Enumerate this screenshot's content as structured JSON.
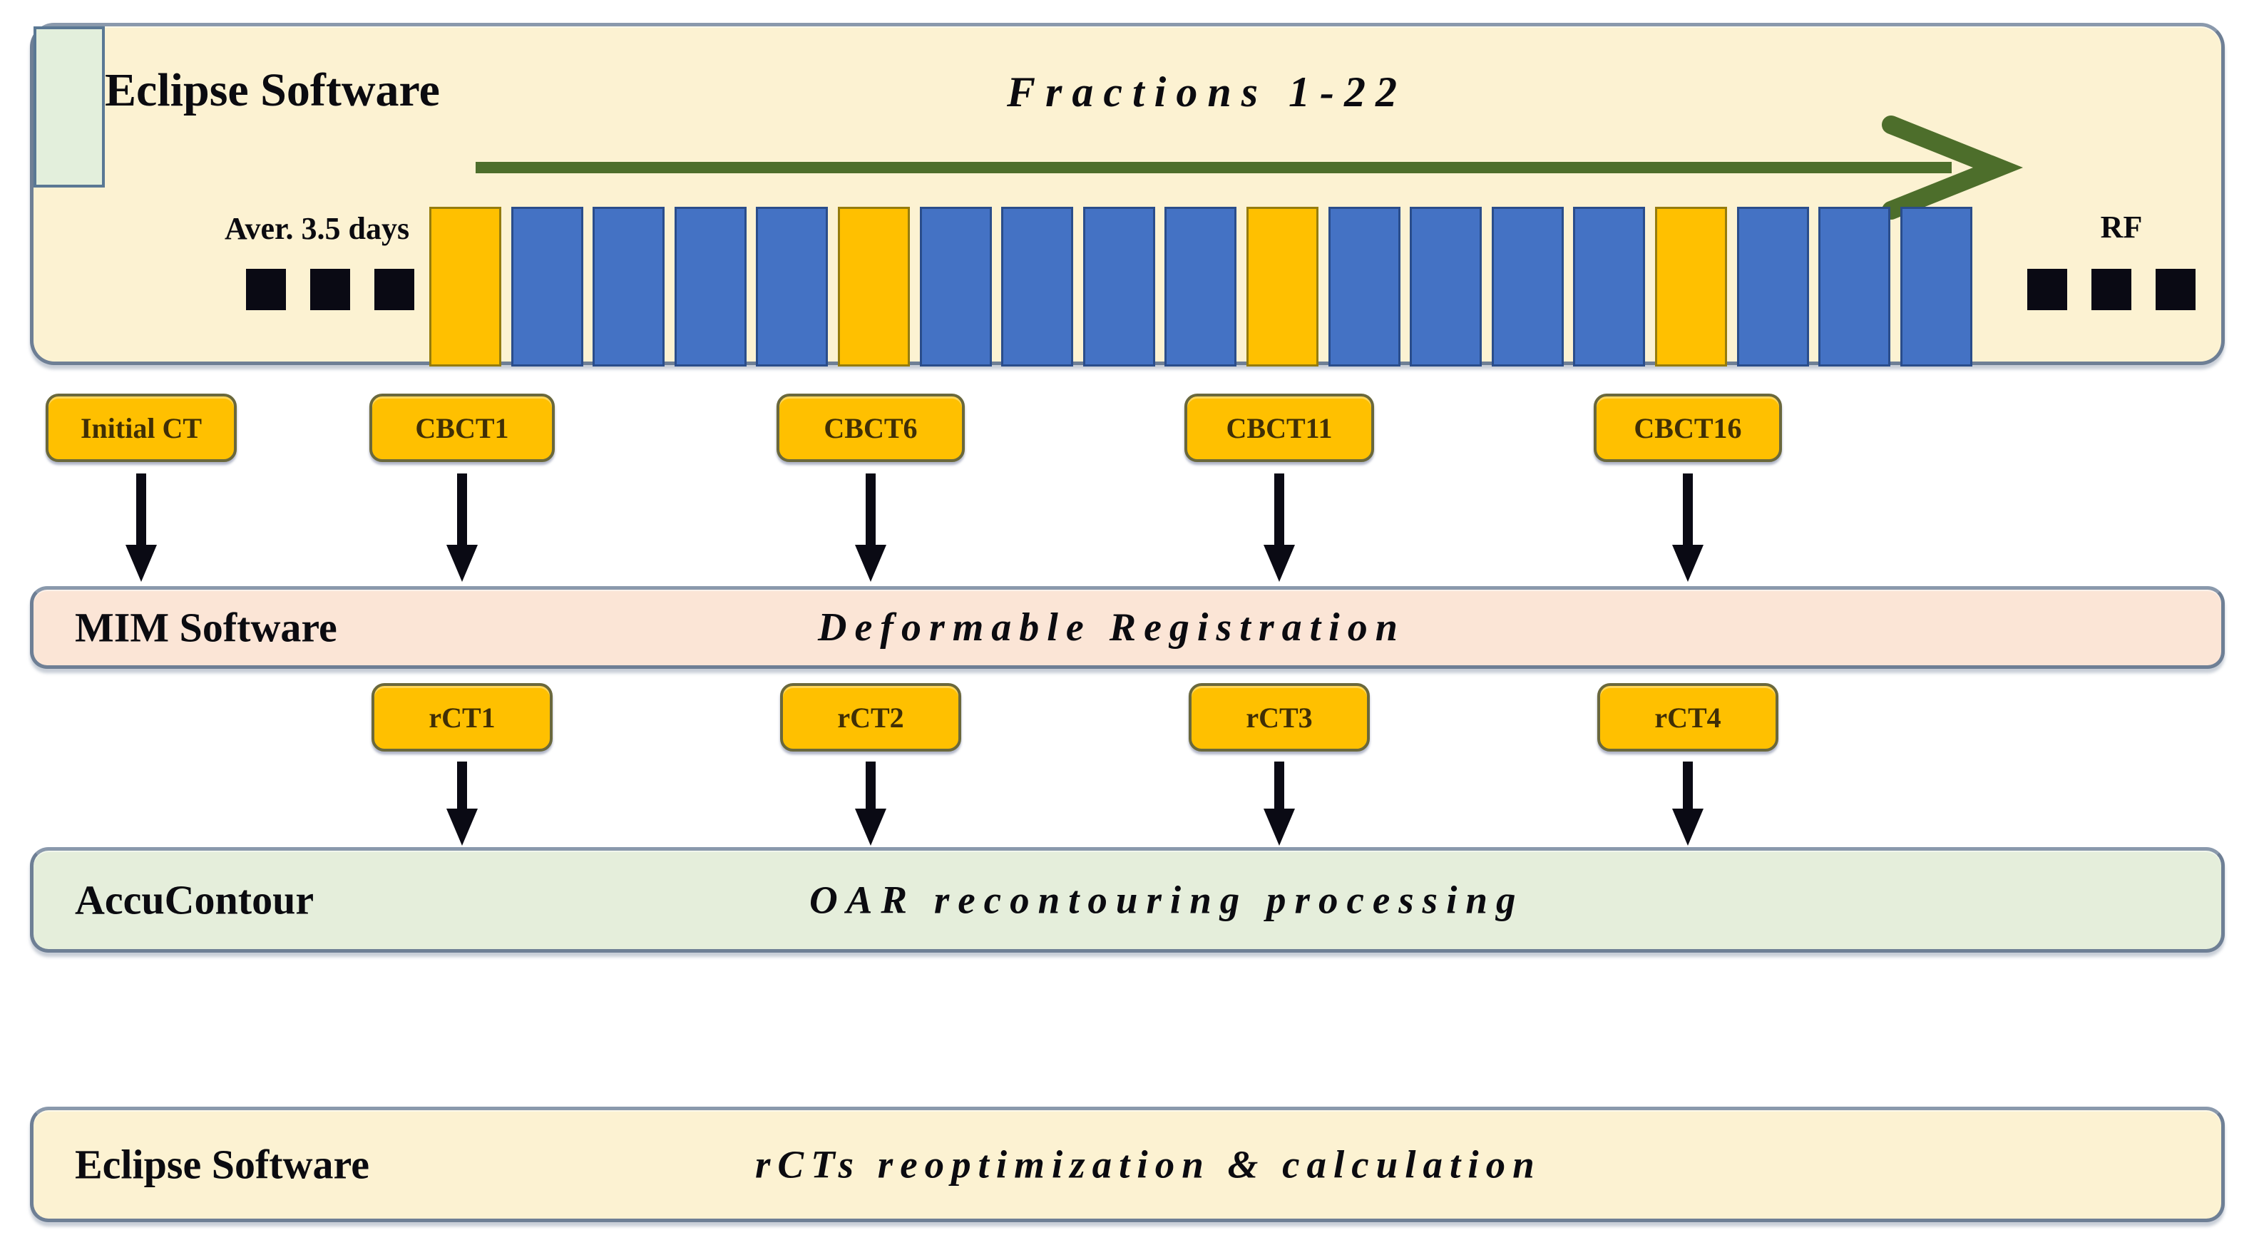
{
  "top_panel": {
    "title": "Eclipse Software",
    "fractions_label": "Fractions 1-22",
    "aver_label": "Aver. 3.5 days",
    "rf_label": "RF",
    "bar_types": [
      "cbct",
      "tx",
      "tx",
      "tx",
      "tx",
      "cbct",
      "tx",
      "tx",
      "tx",
      "tx",
      "cbct",
      "tx",
      "tx",
      "tx",
      "tx",
      "cbct",
      "tx",
      "tx",
      "tx"
    ]
  },
  "timeline_tags": [
    "Initial CT",
    "CBCT1",
    "CBCT6",
    "CBCT11",
    "CBCT16"
  ],
  "mim_panel": {
    "title": "MIM Software",
    "subtitle": "Deformable Registration"
  },
  "rct_tags": [
    "rCT1",
    "rCT2",
    "rCT3",
    "rCT4"
  ],
  "accu_panel": {
    "title": "AccuContour",
    "subtitle": "OAR recontouring processing"
  },
  "bottom_panel": {
    "title": "Eclipse Software",
    "subtitle": "rCTs reoptimization & calculation"
  },
  "colors": {
    "panel_cream": "#fcf2d2",
    "panel_pink": "#fbe5d6",
    "panel_green": "#e5eedb",
    "fraction_blue": "#4472c4",
    "cbct_orange": "#ffc000",
    "initial_ct_green": "#e3efdc",
    "timeline_arrow_green": "#4d6e2b",
    "flow_arrow_black": "#0a0a14"
  }
}
